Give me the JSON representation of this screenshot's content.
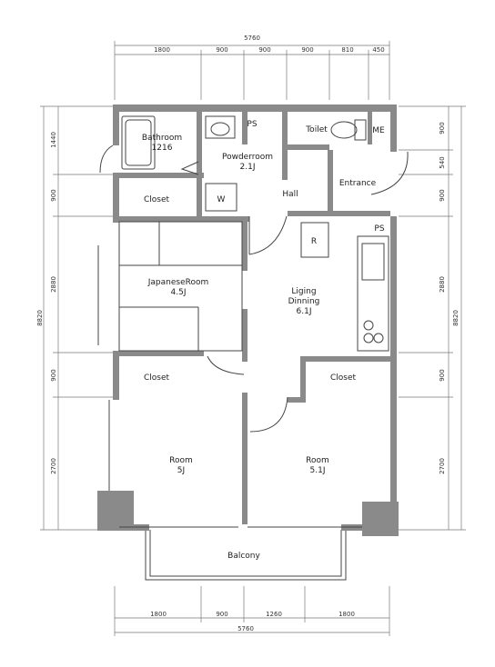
{
  "dimensions": {
    "top_total": "5760",
    "top_segments": [
      "1800",
      "900",
      "900",
      "900",
      "810",
      "450"
    ],
    "bottom_total": "5760",
    "bottom_segments": [
      "1800",
      "900",
      "1260",
      "1800"
    ],
    "left_total": "8820",
    "left_segments": [
      "1440",
      "900",
      "2880",
      "900",
      "2700"
    ],
    "right_total": "8820",
    "right_segments": [
      "900",
      "540",
      "900",
      "2880",
      "900",
      "2700"
    ]
  },
  "rooms": {
    "bathroom": {
      "name": "Bathroom",
      "size": "1216"
    },
    "powder_room": {
      "name": "Powderroom",
      "size": "2.1J"
    },
    "ps_top": "PS",
    "toilet": "Toilet",
    "me": "ME",
    "entrance": "Entrance",
    "hall": "Hall",
    "closet_upper": "Closet",
    "washer": "W",
    "refrigerator": "R",
    "ps_kitchen": "PS",
    "japanese_room": {
      "name": "JapaneseRoom",
      "size": "4.5J"
    },
    "living_dining": {
      "name1": "Liging",
      "name2": "Dinning",
      "size": "6.1J"
    },
    "closet_left": "Closet",
    "closet_right": "Closet",
    "room_left": {
      "name": "Room",
      "size": "5J"
    },
    "room_right": {
      "name": "Room",
      "size": "5.1J"
    },
    "balcony": "Balcony"
  }
}
